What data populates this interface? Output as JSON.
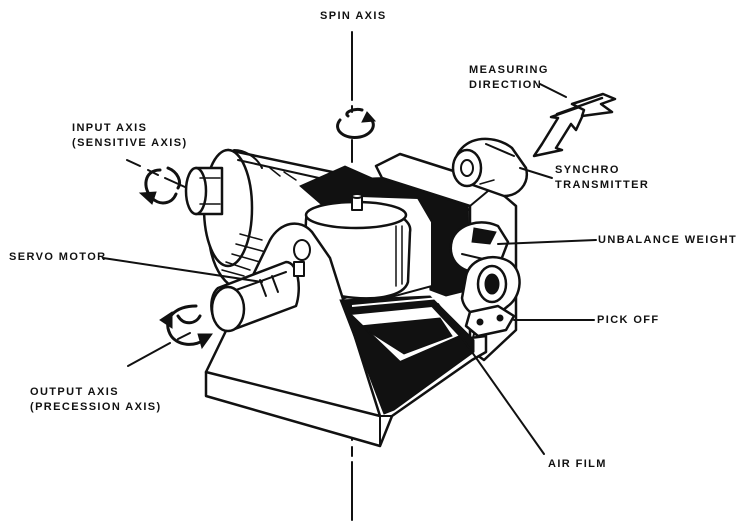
{
  "labels": {
    "spin_axis": "SPIN AXIS",
    "measuring_direction_line1": "MEASURING",
    "measuring_direction_line2": "DIRECTION",
    "input_axis_line1": "INPUT AXIS",
    "input_axis_line2": "(SENSITIVE AXIS)",
    "synchro_line1": "SYNCHRO",
    "synchro_line2": "TRANSMITTER",
    "servo_motor": "SERVO MOTOR",
    "unbalance_weight": "UNBALANCE WEIGHT",
    "pick_off": "PICK OFF",
    "output_axis_line1": "OUTPUT AXIS",
    "output_axis_line2": "(PRECESSION AXIS)",
    "air_film": "AIR FILM"
  },
  "colors": {
    "ink": "#111111",
    "paper": "#ffffff"
  }
}
